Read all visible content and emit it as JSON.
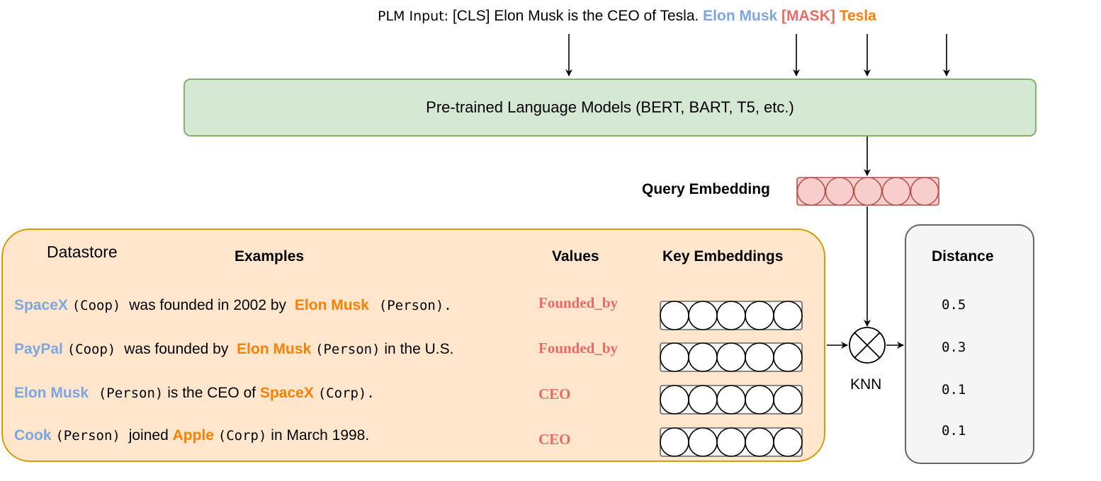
{
  "plm_input": {
    "label": "PLM Input:",
    "sentence": " [CLS] Elon Musk is the CEO of Tesla. ",
    "head_entity": "Elon Musk",
    "mask": "[MASK]",
    "tail_entity": "Tesla"
  },
  "plm_box": {
    "label": "Pre-trained Language Models (BERT, BART, T5, etc.)"
  },
  "query": {
    "label": "Query Embedding",
    "cells": 5
  },
  "datastore": {
    "title": "Datastore",
    "examples_header": "Examples",
    "values_header": "Values",
    "keys_header": "Key Embeddings",
    "key_cells": 5,
    "rows": [
      {
        "head": "SpaceX",
        "head_type": "(Coop)",
        "mid": "was founded in 2002 by",
        "tail": "Elon Musk",
        "tail_type": "(Person).",
        "rest": "",
        "value": "Founded_by"
      },
      {
        "head": "PayPal",
        "head_type": "(Coop)",
        "mid": "was founded by",
        "tail": "Elon Musk",
        "tail_type": "(Person)",
        "rest": "in the U.S.",
        "value": "Founded_by"
      },
      {
        "head": "Elon Musk",
        "head_type": "(Person)",
        "mid": "is the CEO of",
        "tail": "SpaceX",
        "tail_type": "(Corp).",
        "rest": "",
        "value": "CEO"
      },
      {
        "head": "Cook",
        "head_type": "(Person)",
        "mid": "joined",
        "tail": "Apple",
        "tail_type": "(Corp)",
        "rest": "in March 1998.",
        "value": "CEO"
      }
    ]
  },
  "knn": {
    "label": "KNN"
  },
  "distance": {
    "header": "Distance",
    "values": [
      "0.5",
      "0.3",
      "0.1",
      "0.1"
    ]
  },
  "colors": {
    "head_blue": "#7ea6e0",
    "tail_orange": "#ff8000",
    "value_red": "#ea6b66",
    "plm_fill": "#d5e8d4",
    "plm_stroke": "#82b366",
    "datastore_fill": "#ffe6cc",
    "datastore_stroke": "#d79b00",
    "query_fill": "#f8cecc",
    "query_stroke": "#b85450",
    "distance_fill": "#f5f5f5"
  }
}
